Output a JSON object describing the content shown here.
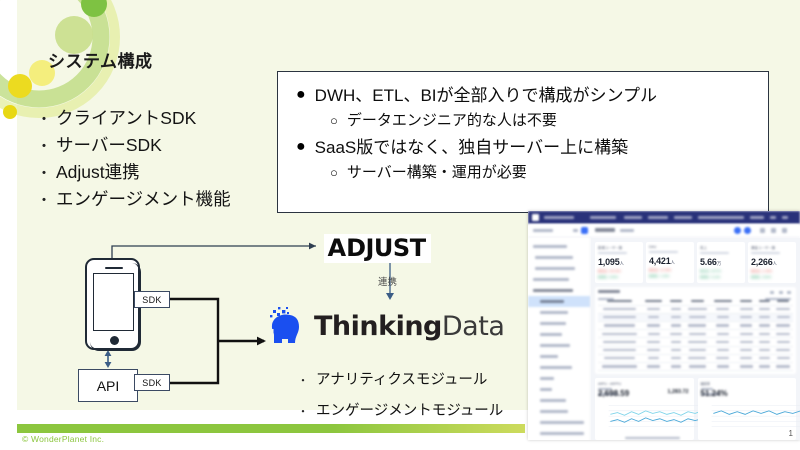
{
  "slide": {
    "title": "システム構成",
    "footer_copyright": "© WonderPlanet Inc."
  },
  "feature_list": {
    "marker": "・",
    "items": [
      "クライアントSDK",
      "サーバーSDK",
      "Adjust連携",
      "エンゲージメント機能"
    ]
  },
  "callout": {
    "bullet_filled": "●",
    "bullet_hollow": "○",
    "lines": [
      {
        "marker": "filled",
        "text": "DWH、ETL、BIが全部入りで構成がシンプル"
      },
      {
        "marker": "hollow",
        "text": "データエンジニア的な人は不要"
      },
      {
        "marker": "filled",
        "text": "SaaS版ではなく、独自サーバー上に構築"
      },
      {
        "marker": "hollow",
        "text": "サーバー構築・運用が必要"
      }
    ]
  },
  "diagram": {
    "phone_label": "",
    "api_label": "API",
    "sdk_label_top": "SDK",
    "sdk_label_bottom": "SDK",
    "adjust_logo": "ADJUST",
    "link_label": "連携",
    "thinkingdata_bold": "Thinking",
    "thinkingdata_light": "Data"
  },
  "modules": {
    "marker": "・",
    "items": [
      "アナリティクスモジュール",
      "エンゲージメントモジュール"
    ]
  },
  "dashboard": {
    "kpis": [
      {
        "label": "新規ユーザー数",
        "value": "1,095",
        "unit": "人",
        "delta_up": "前日比 +40.53%",
        "delta_dn": "前週比 -8.89%"
      },
      {
        "label": "DAU",
        "value": "4,421",
        "unit": "人",
        "delta_up": "前日比 -12.38%",
        "delta_dn": "前週比 -1.29%"
      },
      {
        "label": "売上",
        "value": "5.66",
        "unit": "万",
        "delta_up": "前日比 +8.57%",
        "delta_dn": "前週比 -5.10%"
      },
      {
        "label": "課金ユーザー数",
        "value": "2,266",
        "unit": "人",
        "delta_up": "前日比 +1.48%",
        "delta_dn": "前週比 -0.84%"
      }
    ],
    "table_title": "基本指標",
    "chart_left": {
      "label": "ARPU・ARPPU",
      "value_a": "2,698.59",
      "value_b": "1,283.72"
    },
    "chart_right": {
      "label": "継続率",
      "value": "51.24%"
    },
    "page_number": "1"
  },
  "colors": {
    "slide_bg": "#f5f8e6",
    "accent_green": "#8cc63e",
    "ink": "#1a1a1a",
    "dash_navy": "#29327a",
    "td_blue": "#1a4ff0"
  }
}
